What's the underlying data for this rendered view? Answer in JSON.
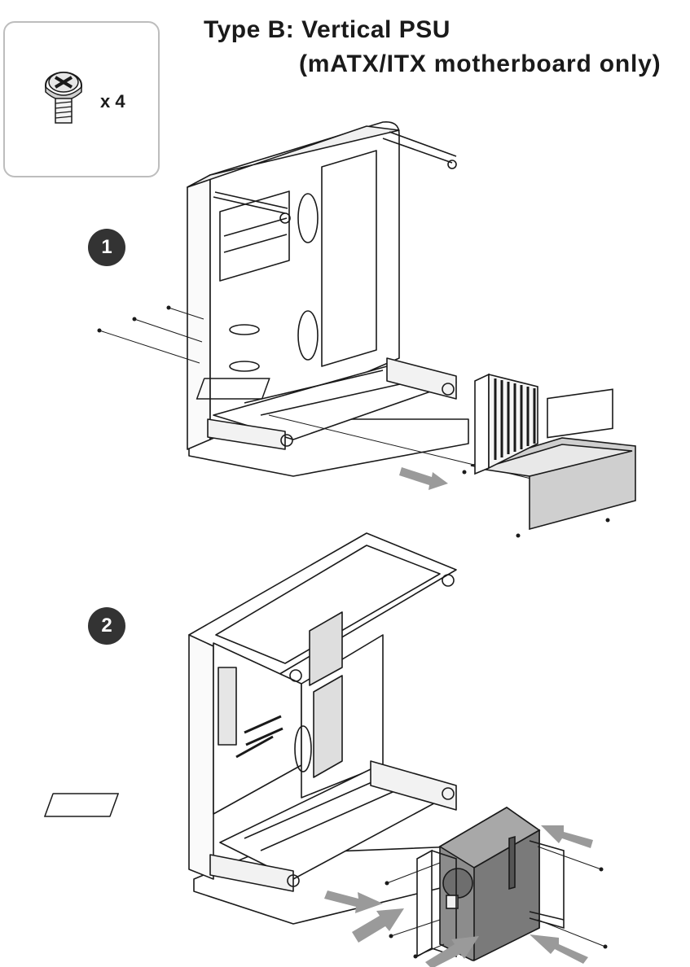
{
  "header": {
    "title": "Type B: Vertical PSU",
    "subtitle": "(mATX/ITX motherboard only)"
  },
  "parts": {
    "screw_quantity": "x 4",
    "screw_icon": "psu-screw-icon"
  },
  "steps": [
    {
      "number": "1"
    },
    {
      "number": "2"
    }
  ],
  "colors": {
    "line": "#1a1a1a",
    "badge": "#333333",
    "arrow": "#9a9a9a",
    "psu_fill": "#8c8c8c",
    "box_border": "#bdbdbd"
  }
}
